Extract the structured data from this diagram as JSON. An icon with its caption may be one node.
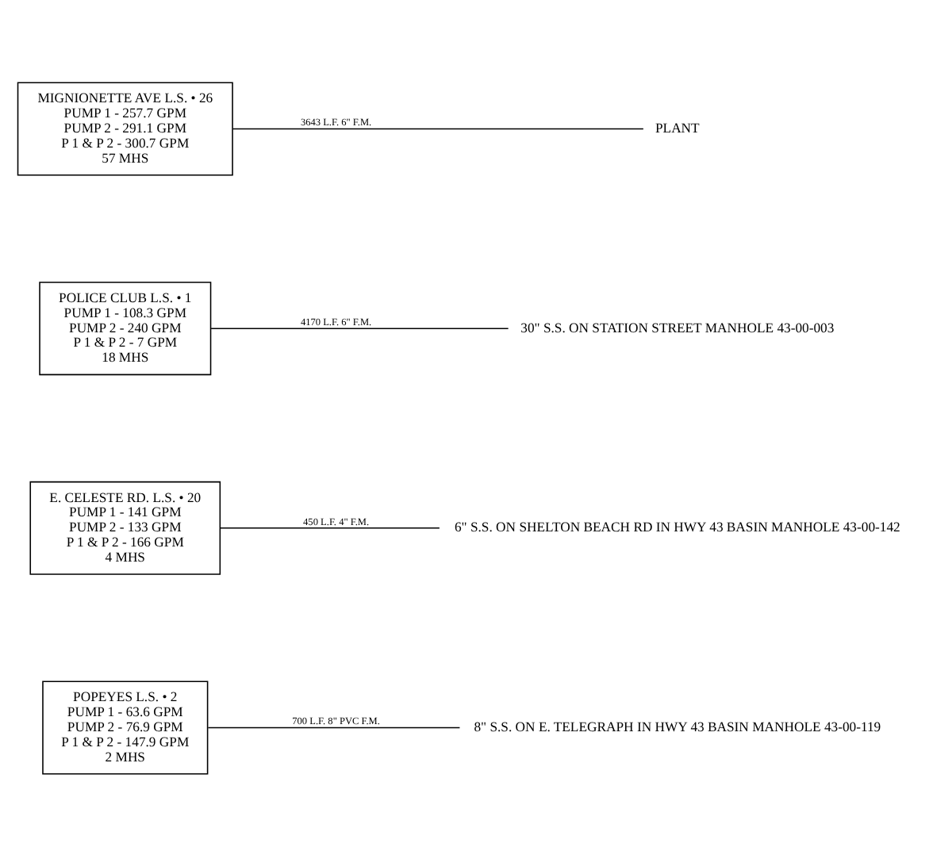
{
  "diagram": {
    "nodes": [
      {
        "text": [
          "MIGNIONETTE AVE L.S. • 26",
          "PUMP 1 - 257.7 GPM",
          "PUMP 2 - 291.1 GPM",
          "P 1 & P 2 - 300.7 GPM",
          "57 MHS"
        ]
      },
      {
        "text": [
          "PLANT"
        ]
      },
      {
        "text": [
          "POLICE CLUB L.S. • 1",
          "PUMP 1 - 108.3 GPM",
          "PUMP 2 - 240 GPM",
          "P 1 & P 2 - 7 GPM",
          "18 MHS"
        ]
      },
      {
        "text": [
          "30\" S.S. ON STATION STREET MANHOLE 43-00-003"
        ]
      },
      {
        "text": [
          "E. CELESTE RD. L.S. • 20",
          "PUMP 1 - 141 GPM",
          "PUMP 2 - 133 GPM",
          "P 1 & P 2 - 166 GPM",
          "4 MHS"
        ]
      },
      {
        "text": [
          "6\" S.S. ON SHELTON BEACH RD IN HWY 43 BASIN MANHOLE 43-00-142"
        ]
      },
      {
        "text": [
          "POPEYES L.S. • 2",
          "PUMP 1 - 63.6 GPM",
          "PUMP 2 - 76.9 GPM",
          "P 1 & P 2 - 147.9 GPM",
          "2 MHS"
        ]
      },
      {
        "text": [
          "8\" S.S. ON E. TELEGRAPH IN HWY 43 BASIN MANHOLE 43-00-119"
        ]
      }
    ],
    "edges": [
      {
        "from": 0,
        "to": 1,
        "arrow": "none",
        "label": "3643 L.F. 6\" F.M."
      },
      {
        "from": 2,
        "to": 3,
        "arrow": "none",
        "label": "4170 L.F. 6\" F.M."
      },
      {
        "from": 4,
        "to": 5,
        "arrow": "none",
        "label": "450 L.F. 4\" F.M."
      },
      {
        "from": 6,
        "to": 7,
        "arrow": "none",
        "label": "700 L.F. 8\" PVC F.M."
      }
    ]
  }
}
